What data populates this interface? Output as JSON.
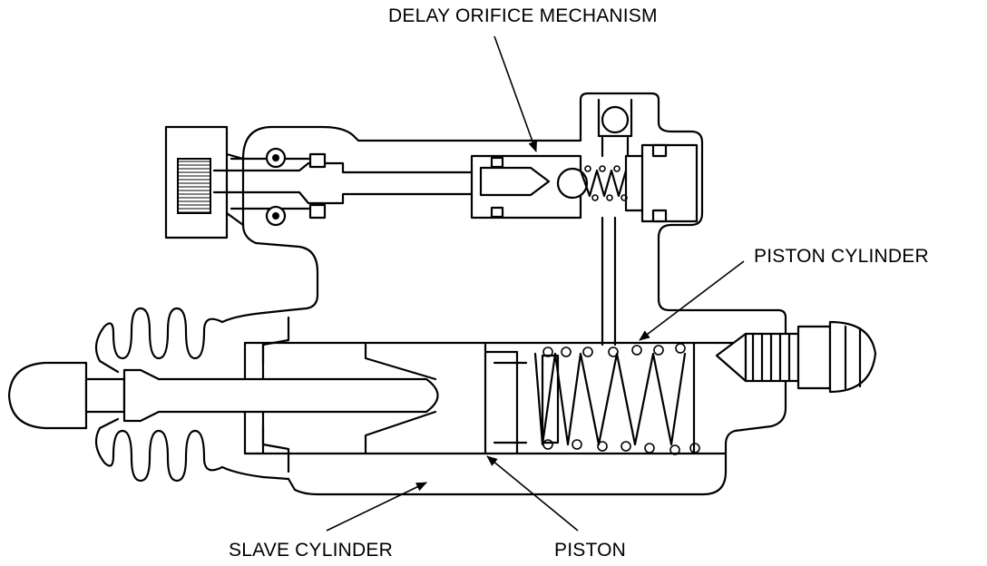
{
  "labels": {
    "delay_orifice": "DELAY ORIFICE MECHANISM",
    "piston_cylinder": "PISTON CYLINDER",
    "slave_cylinder": "SLAVE CYLINDER",
    "piston": "PISTON"
  }
}
